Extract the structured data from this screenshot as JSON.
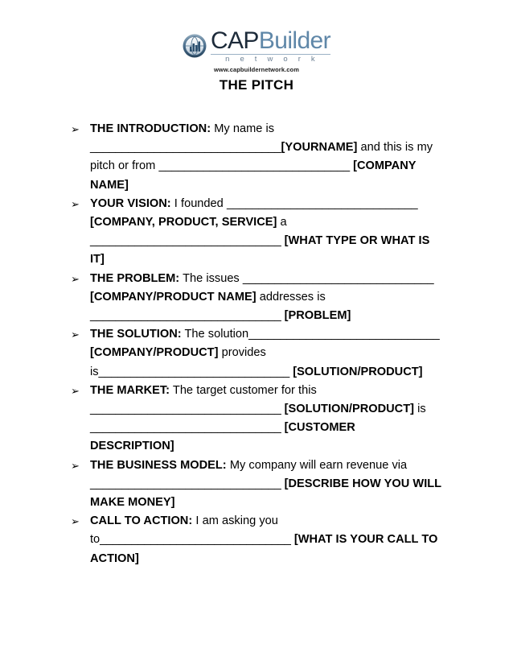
{
  "logo": {
    "icon": "capbuilder-globe-chart-icon",
    "word_primary": "CAP",
    "word_secondary": "Builder",
    "tagline": "n e t w o r k",
    "url": "www.capbuildernetwork.com",
    "color_primary": "#1d2b3a",
    "color_secondary": "#5f87a8",
    "color_rule": "#9bb2c6",
    "color_tagline": "#6c8094"
  },
  "document": {
    "title": "THE PITCH"
  },
  "bullet_glyph": "➢",
  "sections": [
    {
      "label": "THE INTRODUCTION:",
      "parts": [
        {
          "type": "text",
          "value": " My name is "
        },
        {
          "type": "blank",
          "value": "______________________________"
        },
        {
          "type": "placeholder",
          "value": "[YOURNAME]"
        },
        {
          "type": "text",
          "value": " and this is my pitch or from "
        },
        {
          "type": "blank",
          "value": "______________________________"
        },
        {
          "type": "text",
          "value": " "
        },
        {
          "type": "placeholder",
          "value": "[COMPANY NAME]"
        }
      ]
    },
    {
      "label": "YOUR VISION:",
      "parts": [
        {
          "type": "text",
          "value": " I founded "
        },
        {
          "type": "blank",
          "value": "______________________________"
        },
        {
          "type": "text",
          "value": " "
        },
        {
          "type": "placeholder",
          "value": "[COMPANY, PRODUCT, SERVICE]"
        },
        {
          "type": "text",
          "value": " a "
        },
        {
          "type": "blank",
          "value": "______________________________"
        },
        {
          "type": "text",
          "value": " "
        },
        {
          "type": "placeholder",
          "value": "[WHAT TYPE OR WHAT IS IT]"
        }
      ]
    },
    {
      "label": "THE PROBLEM:",
      "parts": [
        {
          "type": "text",
          "value": " The issues "
        },
        {
          "type": "blank",
          "value": "______________________________"
        },
        {
          "type": "text",
          "value": " "
        },
        {
          "type": "placeholder",
          "value": "[COMPANY/PRODUCT NAME]"
        },
        {
          "type": "text",
          "value": " addresses is "
        },
        {
          "type": "blank",
          "value": "______________________________"
        },
        {
          "type": "text",
          "value": " "
        },
        {
          "type": "placeholder",
          "value": "[PROBLEM]"
        }
      ]
    },
    {
      "label": "THE SOLUTION:",
      "parts": [
        {
          "type": "text",
          "value": " The solution"
        },
        {
          "type": "blank",
          "value": "______________________________"
        },
        {
          "type": "text",
          "value": " "
        },
        {
          "type": "placeholder",
          "value": "[COMPANY/PRODUCT]"
        },
        {
          "type": "text",
          "value": " provides is"
        },
        {
          "type": "blank",
          "value": "______________________________"
        },
        {
          "type": "text",
          "value": " "
        },
        {
          "type": "placeholder",
          "value": "[SOLUTION/PRODUCT]"
        }
      ]
    },
    {
      "label": "THE MARKET:",
      "parts": [
        {
          "type": "text",
          "value": " The target customer for this "
        },
        {
          "type": "blank",
          "value": "______________________________"
        },
        {
          "type": "text",
          "value": " "
        },
        {
          "type": "placeholder",
          "value": "[SOLUTION/PRODUCT]"
        },
        {
          "type": "text",
          "value": " is "
        },
        {
          "type": "blank",
          "value": "______________________________"
        },
        {
          "type": "text",
          "value": " "
        },
        {
          "type": "placeholder",
          "value": "[CUSTOMER DESCRIPTION]"
        }
      ]
    },
    {
      "label": "THE BUSINESS MODEL:",
      "parts": [
        {
          "type": "text",
          "value": " My company will earn revenue via "
        },
        {
          "type": "blank",
          "value": "______________________________"
        },
        {
          "type": "text",
          "value": " "
        },
        {
          "type": "placeholder",
          "value": "[DESCRIBE HOW YOU WILL MAKE MONEY]"
        }
      ]
    },
    {
      "label": "CALL TO ACTION:",
      "parts": [
        {
          "type": "text",
          "value": " I am asking you to"
        },
        {
          "type": "blank",
          "value": "______________________________"
        },
        {
          "type": "text",
          "value": " "
        },
        {
          "type": "placeholder",
          "value": "[WHAT IS YOUR CALL TO ACTION]"
        }
      ]
    }
  ]
}
